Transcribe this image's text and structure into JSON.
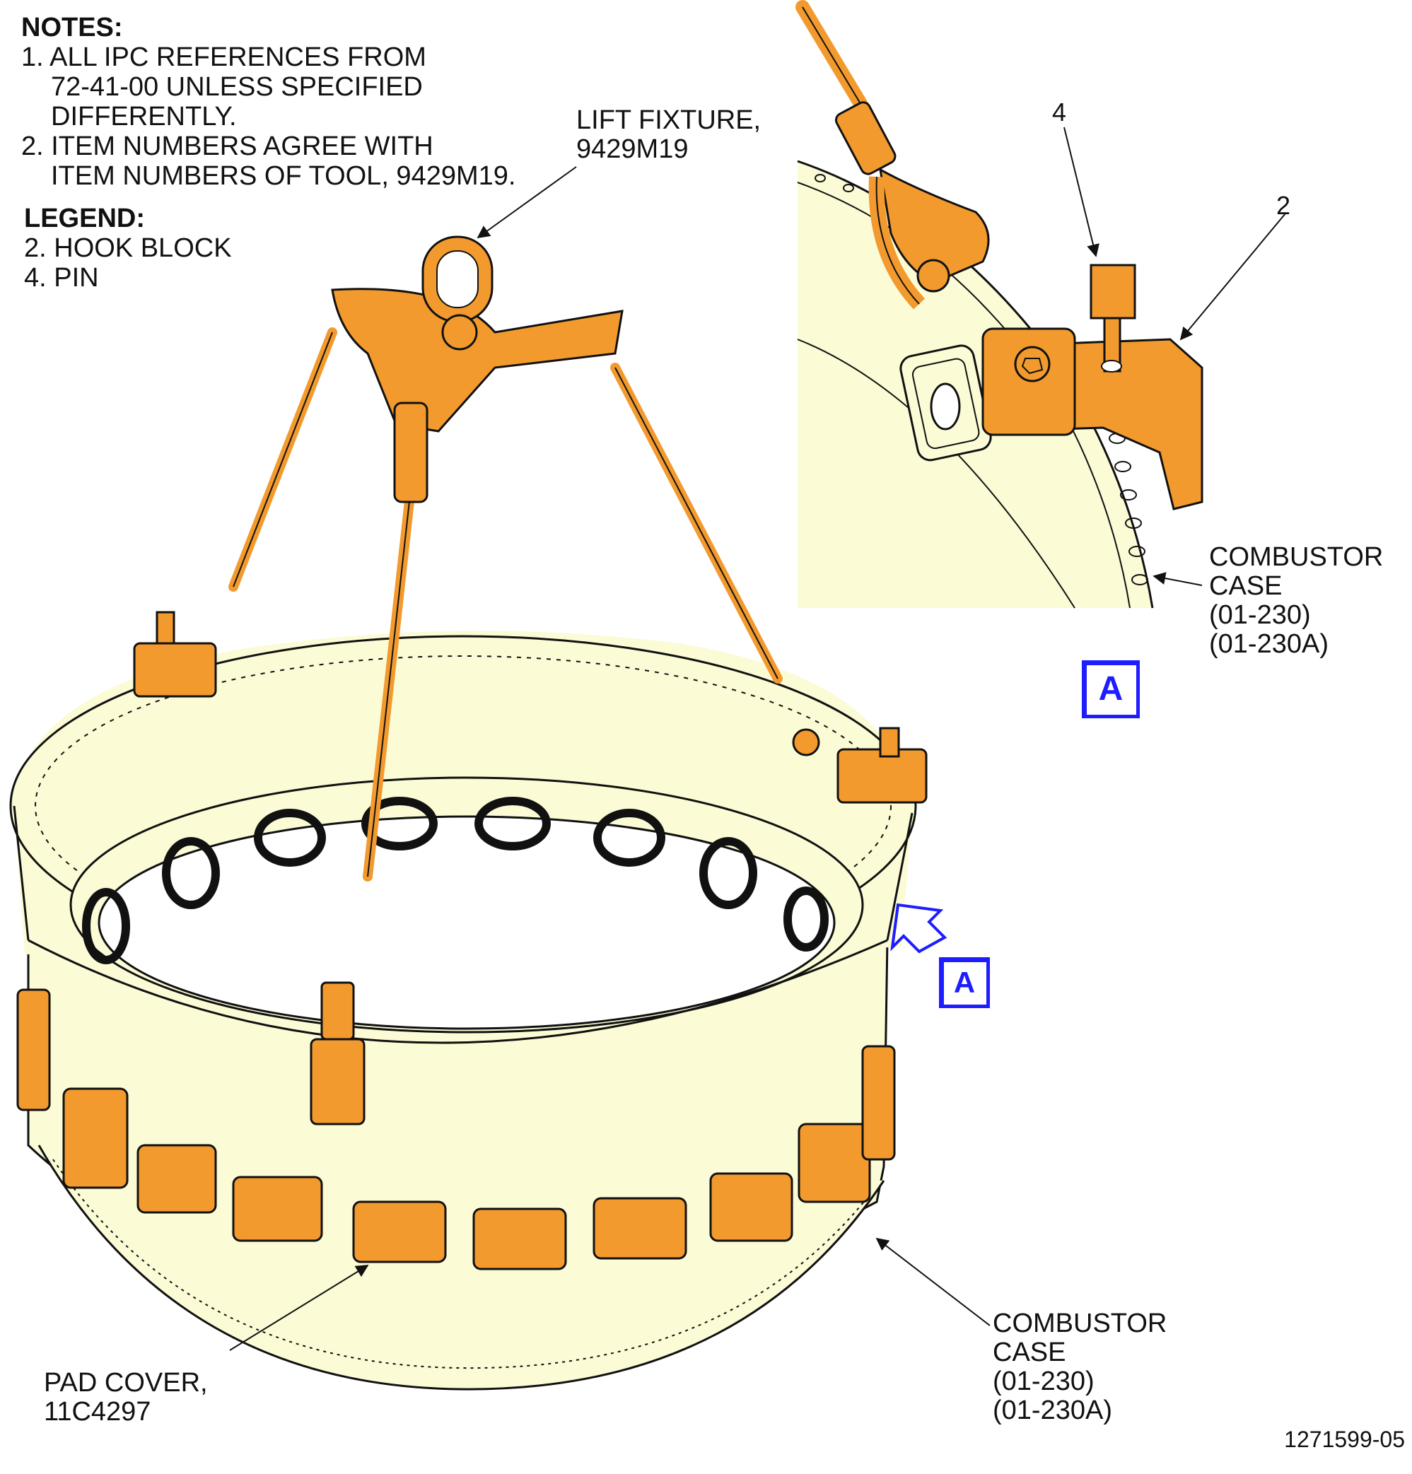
{
  "notes": {
    "heading": "NOTES:",
    "items": [
      {
        "line1": "1. ALL IPC REFERENCES FROM",
        "line2": "72-41-00 UNLESS SPECIFIED",
        "line3": "DIFFERENTLY."
      },
      {
        "line1": "2. ITEM NUMBERS AGREE WITH",
        "line2": "ITEM NUMBERS OF TOOL, 9429M19."
      }
    ]
  },
  "legend": {
    "heading": "LEGEND:",
    "items": [
      "2. HOOK BLOCK",
      "4. PIN"
    ]
  },
  "labels": {
    "lift_fixture": {
      "line1": "LIFT FIXTURE,",
      "line2": "9429M19"
    },
    "combustor_case_detail": {
      "line1": "COMBUSTOR",
      "line2": "CASE",
      "line3": "(01-230)",
      "line4": "(01-230A)"
    },
    "combustor_case_main": {
      "line1": "COMBUSTOR",
      "line2": "CASE",
      "line3": "(01-230)",
      "line4": "(01-230A)"
    },
    "pad_cover": {
      "line1": "PAD COVER,",
      "line2": "11C4297"
    },
    "item_4": "4",
    "item_2": "2",
    "view_a_detail": "A",
    "view_a_main": "A"
  },
  "figure_number": "1271599-05",
  "colors": {
    "fixture": "#f29a2e",
    "case_fill": "#fbfbd6",
    "line": "#111111",
    "view_marker": "#1d1dff"
  }
}
